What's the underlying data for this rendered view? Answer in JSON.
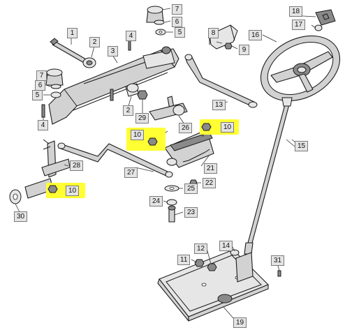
{
  "callouts": {
    "c1": "1",
    "c2a": "2",
    "c2b": "2",
    "c3": "3",
    "c4a": "4",
    "c4b": "4",
    "c5a": "5",
    "c5b": "5",
    "c6a": "6",
    "c6b": "6",
    "c7a": "7",
    "c7b": "7",
    "c8": "8",
    "c9": "9",
    "c10a": "10",
    "c10b": "10",
    "c10c": "10",
    "c11": "11",
    "c12": "12",
    "c13": "13",
    "c14": "14",
    "c15": "15",
    "c16": "16",
    "c17": "17",
    "c18": "18",
    "c19": "19",
    "c21": "21",
    "c22": "22",
    "c23": "23",
    "c24": "24",
    "c25": "25",
    "c26": "26",
    "c27": "27",
    "c28": "28",
    "c29": "29",
    "c30": "30",
    "c31": "31"
  },
  "colors": {
    "highlight": "#ffff33",
    "callout_bg": "#e4e4e4",
    "line": "#1a1a1a"
  }
}
